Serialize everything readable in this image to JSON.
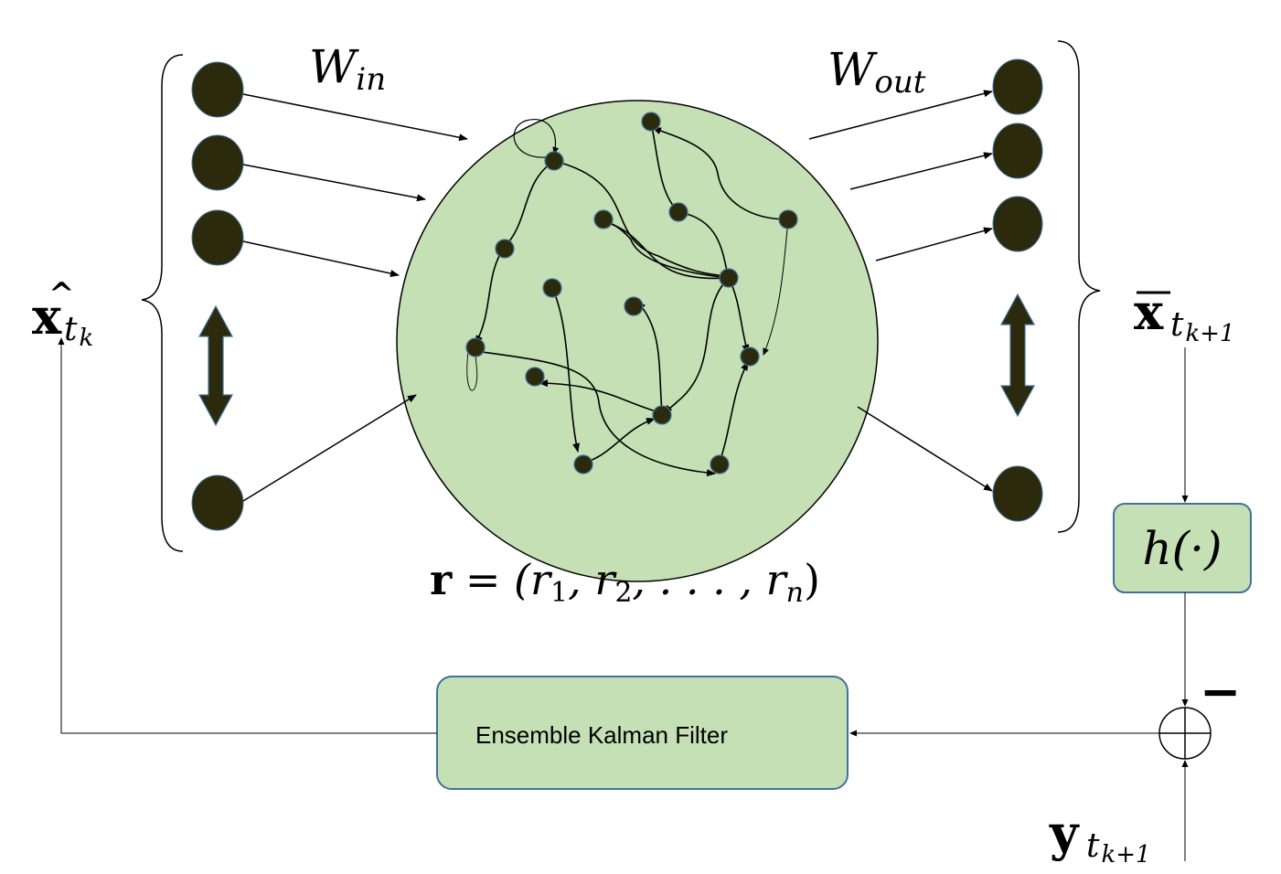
{
  "labels": {
    "w_in_main": "W",
    "w_in_sub": "in",
    "w_out_main": "W",
    "w_out_sub": "out",
    "x_hat_main": "x",
    "x_hat_accent": "^",
    "x_hat_sub": "t",
    "x_hat_subsub": "k",
    "x_bar_main": "x",
    "x_bar_sub": "t",
    "x_bar_subsub": "k+1",
    "y_main": "y",
    "y_sub": "t",
    "y_subsub": "k+1",
    "r_lhs": "r",
    "r_rhs": " = (r",
    "r1": "1",
    "r_mid1": ", r",
    "r2": "2",
    "r_mid2": ", . . . , r",
    "rn": "n",
    "r_end": ")",
    "h_box": "h(·)",
    "enkf_box": "Ensemble Kalman Filter",
    "minus_sign": "−"
  },
  "colors": {
    "node_fill": "#2b2a0c",
    "reservoir_fill": "#c5e0b4",
    "box_fill": "#c5e0b4",
    "box_stroke": "#41719c",
    "node_stroke": "#41719c",
    "arrow": "#000000"
  }
}
